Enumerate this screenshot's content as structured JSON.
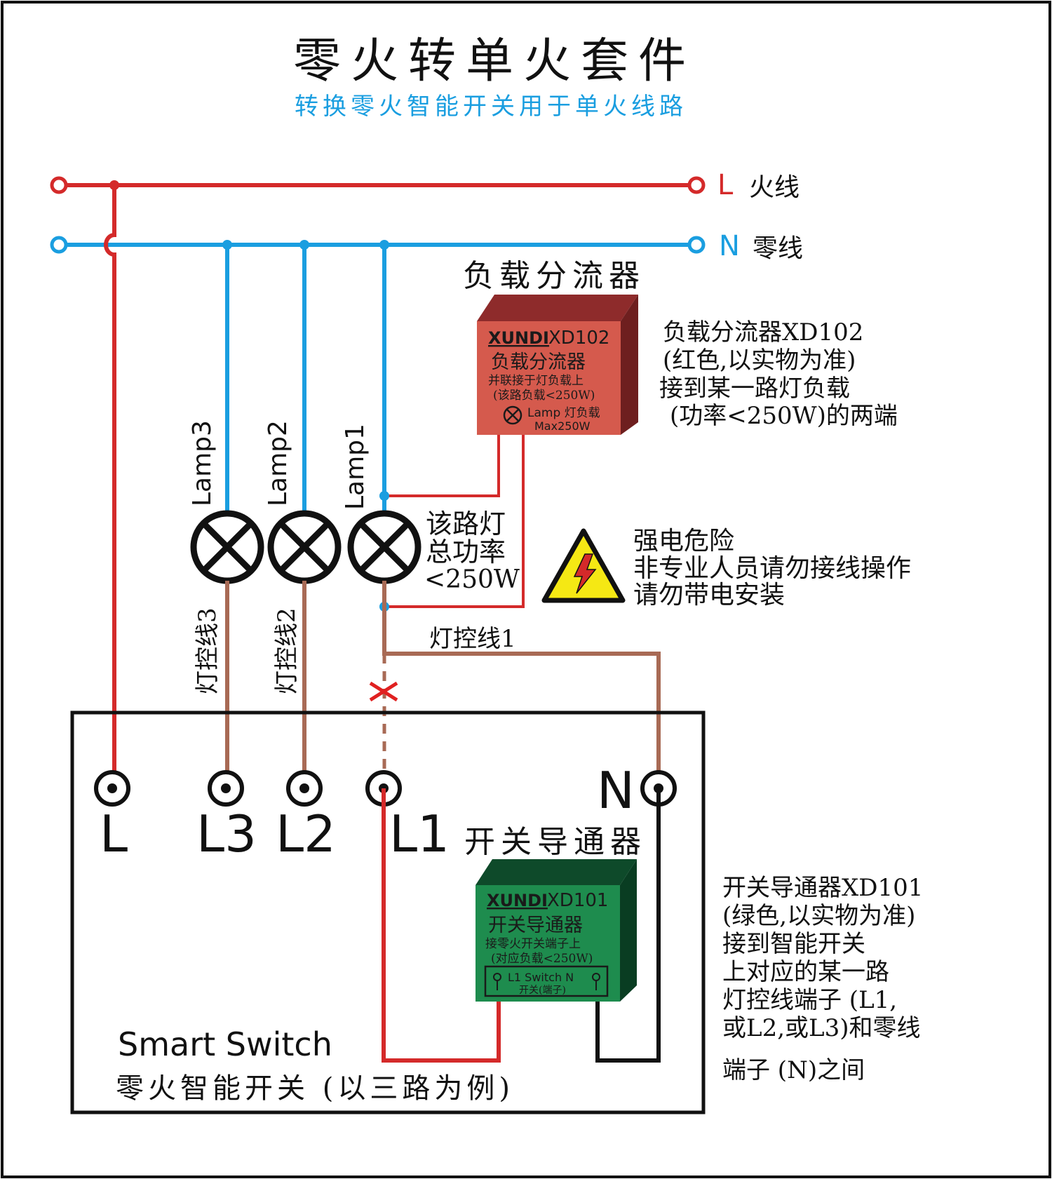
{
  "header": {
    "title": "零火转单火套件",
    "subtitle": "转换零火智能开关用于单火线路"
  },
  "lines": {
    "live_letter": "L",
    "live_label": "火线",
    "neutral_letter": "N",
    "neutral_label": "零线"
  },
  "lamps": [
    {
      "label": "Lamp3",
      "wire": "灯控线3"
    },
    {
      "label": "Lamp2",
      "wire": "灯控线2"
    },
    {
      "label": "Lamp1",
      "wire": "灯控线1"
    }
  ],
  "lamp_power_note": [
    "该路灯",
    "总功率",
    "<250W"
  ],
  "shunt": {
    "heading": "负载分流器",
    "brand": "XUNDI",
    "model": "XD102",
    "name": "负载分流器",
    "line1": "并联接于灯负载上",
    "line2": "(该路负载<250W)",
    "lamp_text": "Lamp 灯负载",
    "max_text": "Max250W",
    "description": [
      "负载分流器XD102",
      "(红色,以实物为准)",
      "接到某一路灯负载",
      "(功率<250W)的两端"
    ]
  },
  "warning": {
    "lines": [
      "强电危险",
      "非专业人员请勿接线操作",
      "请勿带电安装"
    ]
  },
  "terminals": [
    "L",
    "L3",
    "L2",
    "L1",
    "N"
  ],
  "switch_enabler": {
    "heading": "开关导通器",
    "brand": "XUNDI",
    "model": "XD101",
    "name": "开关导通器",
    "line1": "接零火开关端子上",
    "line2": "(对应负载<250W)",
    "terminal_text": "L1 Switch  N",
    "terminal_sub": "开关(端子)",
    "description": [
      "开关导通器XD101",
      "(绿色,以实物为准)",
      "接到智能开关",
      "上对应的某一路",
      "灯控线端子 (L1,",
      "或L2,或L3)和零线",
      "端子 (N)之间"
    ]
  },
  "smart_switch": {
    "title": "Smart Switch",
    "subtitle": "零火智能开关 (以三路为例)"
  },
  "colors": {
    "live": "#d42a2a",
    "neutral": "#1a9ee0",
    "control": "#a86a55",
    "subtitle": "#1a9ee0",
    "shunt_box": "#d55a4d",
    "switch_box": "#1e8c4e"
  },
  "icons": [
    "lamp-icon",
    "warning-triangle-icon",
    "lightning-icon",
    "terminal-icon",
    "cross-mark-icon"
  ]
}
